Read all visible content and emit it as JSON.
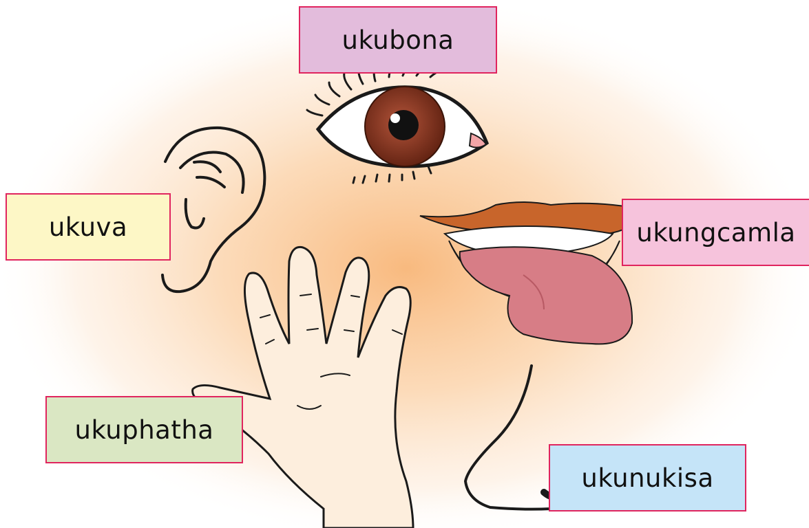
{
  "labels": {
    "see": {
      "text": "ukubona",
      "bg": "#e3bcdc"
    },
    "hear": {
      "text": "ukuva",
      "bg": "#fdf7c6"
    },
    "taste": {
      "text": "ukungcamla",
      "bg": "#f6c3dc"
    },
    "touch": {
      "text": "ukuphatha",
      "bg": "#dae7c3"
    },
    "smell": {
      "text": "ukunukisa",
      "bg": "#c5e4f8"
    }
  },
  "colors": {
    "border": "#e0245e",
    "glow": "#f8c08c",
    "iris": "#7a2e16",
    "lip": "#c96a2e",
    "tongue": "#d77d86",
    "skin": "#fde9cf",
    "outline": "#1a1a1a"
  },
  "icons": [
    "eye-illustration",
    "ear-illustration",
    "mouth-illustration",
    "hand-illustration",
    "nose-illustration"
  ]
}
